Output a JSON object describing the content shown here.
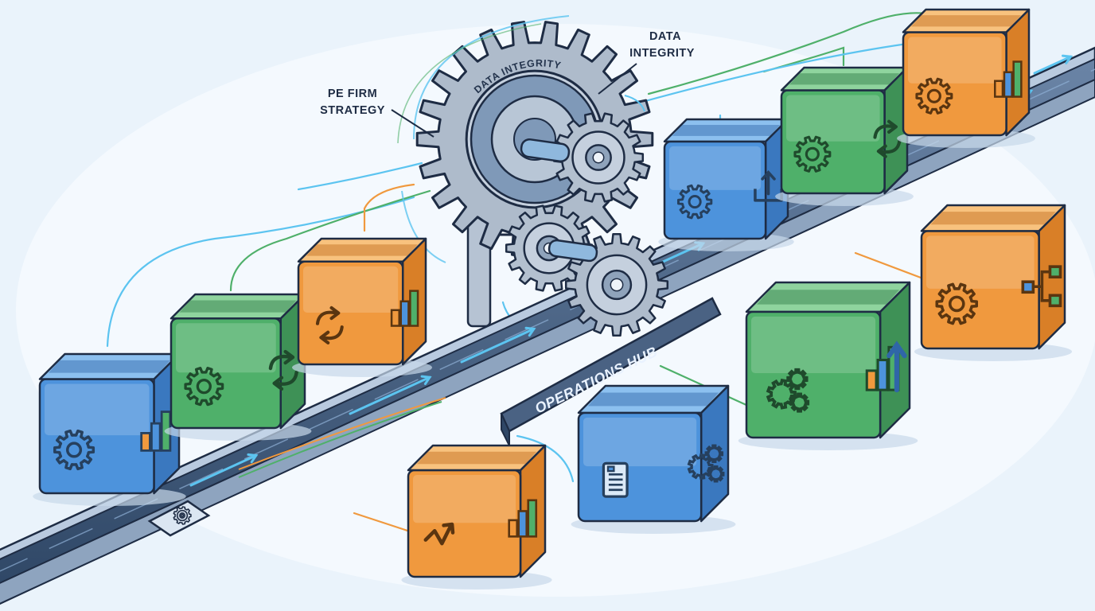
{
  "labels": {
    "data_integrity": [
      "DATA",
      "INTEGRITY"
    ],
    "pe_firm_strategy": [
      "PE FIRM",
      "STRATEGY"
    ],
    "gear_ring": "DATA INTEGRITY",
    "operations_hub": "OPERATIONS HUB"
  },
  "colors": {
    "background": "#eaf3fb",
    "outline": "#1e2c44",
    "belt": "#3f5878",
    "flow_arrow": "#5cc4f0",
    "gear": "#a9b7c8",
    "blue_box": "#4d93dc",
    "green_box": "#4fb06a",
    "orange_box": "#f0993e"
  },
  "modules": [
    {
      "id": "blue-1",
      "color": "blue",
      "icons": [
        "gear-icon",
        "bar-chart-icon"
      ]
    },
    {
      "id": "green-1",
      "color": "green",
      "icons": [
        "gear-icon",
        "refresh-arrows-icon"
      ]
    },
    {
      "id": "orange-1",
      "color": "orange",
      "icons": [
        "refresh-arrows-icon",
        "bar-chart-icon"
      ]
    },
    {
      "id": "blue-2",
      "color": "blue",
      "icons": [
        "gear-icon",
        "upload-icon"
      ]
    },
    {
      "id": "green-2",
      "color": "green",
      "icons": [
        "gear-icon",
        "refresh-arrows-icon"
      ]
    },
    {
      "id": "orange-2",
      "color": "orange",
      "icons": [
        "gear-icon",
        "bar-chart-icon"
      ]
    },
    {
      "id": "orange-3",
      "color": "orange",
      "icons": [
        "gear-icon",
        "flowchart-icon"
      ]
    },
    {
      "id": "green-3",
      "color": "green",
      "icons": [
        "gears-icon",
        "growth-chart-icon"
      ]
    },
    {
      "id": "blue-3",
      "color": "blue",
      "icons": [
        "document-icon",
        "gears-icon"
      ]
    },
    {
      "id": "orange-4",
      "color": "orange",
      "icons": [
        "trend-arrow-icon",
        "bar-chart-icon"
      ]
    }
  ]
}
